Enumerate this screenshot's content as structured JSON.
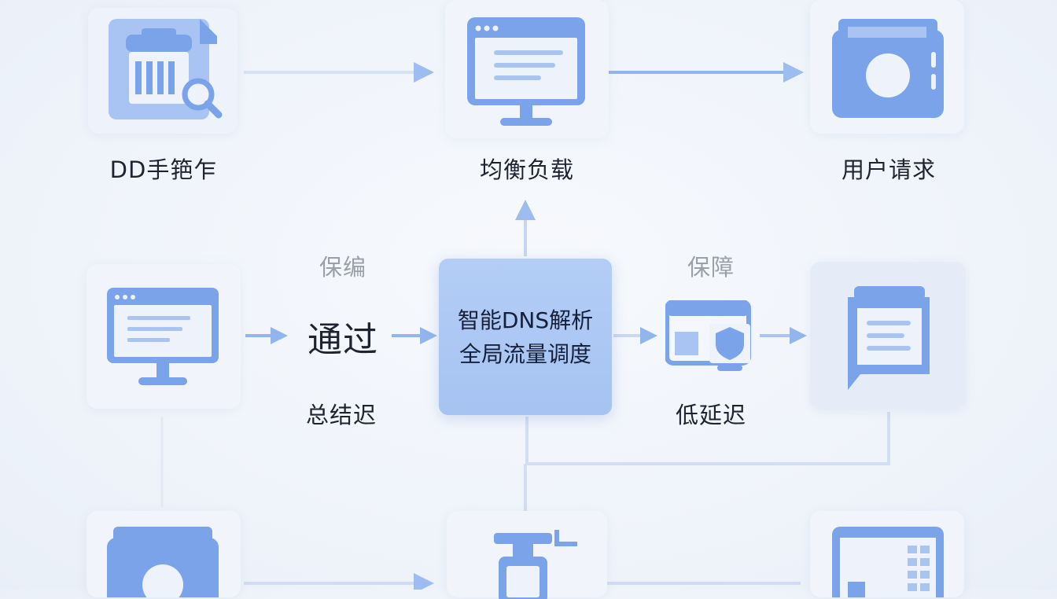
{
  "nodes": {
    "top_left_label": "DD手筢乍",
    "top_center_label": "均衡负载",
    "top_right_label": "用户请求",
    "mid_left_top_text": "保编",
    "mid_left_main_text": "通过",
    "mid_left_bottom_text": "总结迟",
    "center_line1": "智能DNS解析",
    "center_line2": "全局流量调度",
    "mid_right_top_text": "保障",
    "mid_right_bottom_text": "低延迟"
  },
  "colors": {
    "icon_blue": "#7aa3ea",
    "icon_light": "#a9c4f2",
    "arrow_light": "#c9d8f3",
    "arrow_mid": "#93b5ee",
    "center_fill": "#abc7f3"
  },
  "icons": [
    "document-search-icon",
    "monitor-icon",
    "camera-icon",
    "monitor-icon",
    "browser-security-icon",
    "chat-document-icon",
    "camera-icon",
    "server-bottle-icon",
    "spreadsheet-icon"
  ]
}
